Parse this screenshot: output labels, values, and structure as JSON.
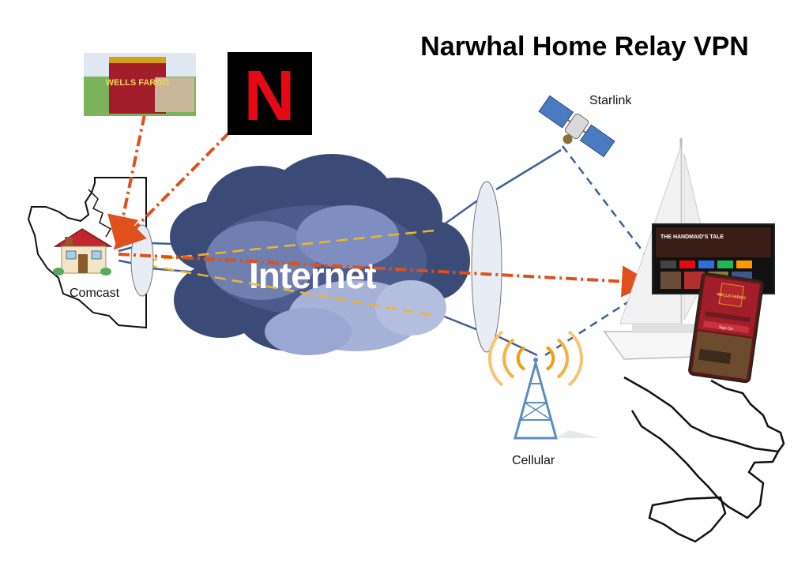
{
  "title": "Narwhal Home Relay VPN",
  "nodes": {
    "home": "Comcast",
    "satellite": "Starlink",
    "tower": "Cellular",
    "cloud": "Internet"
  },
  "logos": {
    "bank_sign": "WELLS FARGO",
    "streaming": "N",
    "phone_brand": "WELLS FARGO",
    "tv_show": "THE HANDMAID'S TALE",
    "phone_button": "Sign On"
  },
  "colors": {
    "primary_path": "#e0501c",
    "vpn_tunnel": "#f0b429",
    "link_line": "#3e5f9c",
    "cloud_dark": "#3b4b78",
    "cloud_light": "#a6b2d8",
    "signal": "#f39c12",
    "tower": "#5b8cc2"
  },
  "icons": [
    "house-icon",
    "satellite-icon",
    "cell-tower-icon",
    "cloud-icon",
    "sailboat-icon",
    "tv-icon",
    "phone-icon",
    "map-outline-icon"
  ]
}
